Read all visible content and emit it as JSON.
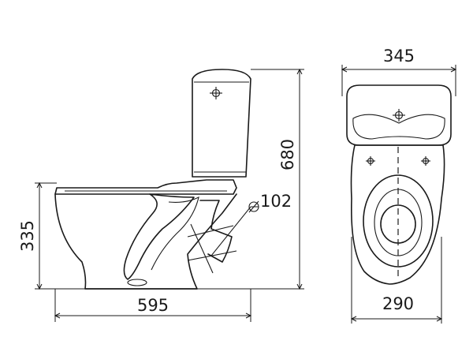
{
  "dimensions": {
    "depth": "595",
    "height": "680",
    "seat_height": "335",
    "tank_width": "345",
    "bowl_width": "290",
    "outlet_diameter": "102"
  },
  "colors": {
    "line": "#1a1a1a",
    "background": "#ffffff"
  }
}
